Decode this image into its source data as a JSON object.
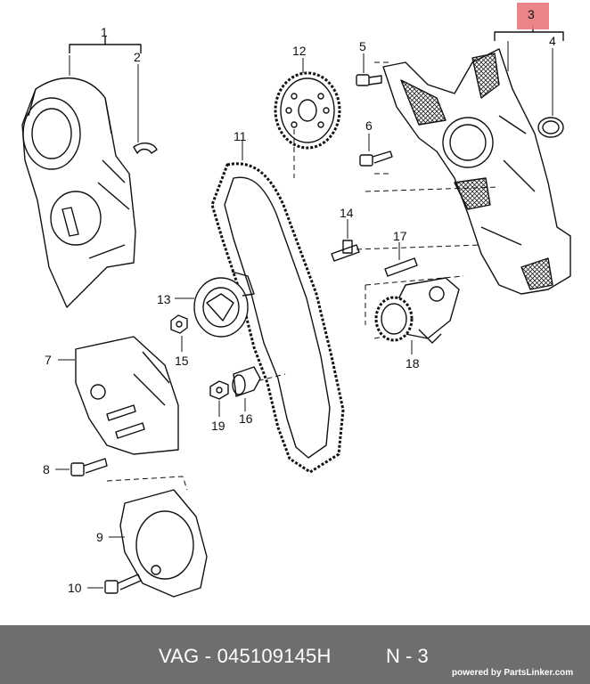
{
  "highlight_color": "#e8797d",
  "callouts": [
    {
      "id": "c1",
      "text": "1"
    },
    {
      "id": "c2",
      "text": "2"
    },
    {
      "id": "c3",
      "text": "3"
    },
    {
      "id": "c4",
      "text": "4"
    },
    {
      "id": "c5",
      "text": "5"
    },
    {
      "id": "c6",
      "text": "6"
    },
    {
      "id": "c7",
      "text": "7"
    },
    {
      "id": "c8",
      "text": "8"
    },
    {
      "id": "c9",
      "text": "9"
    },
    {
      "id": "c10",
      "text": "10"
    },
    {
      "id": "c11",
      "text": "11"
    },
    {
      "id": "c12",
      "text": "12"
    },
    {
      "id": "c13",
      "text": "13"
    },
    {
      "id": "c14",
      "text": "14"
    },
    {
      "id": "c15",
      "text": "15"
    },
    {
      "id": "c16",
      "text": "16"
    },
    {
      "id": "c17",
      "text": "17"
    },
    {
      "id": "c18",
      "text": "18"
    },
    {
      "id": "c19",
      "text": "19"
    }
  ],
  "footer": {
    "part_ref": "VAG - 045109145H",
    "position_ref": "N - 3",
    "credit": "powered by PartsLinker.com"
  }
}
